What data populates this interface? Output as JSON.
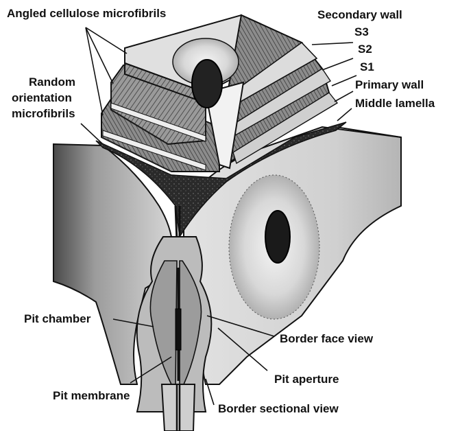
{
  "labels": {
    "angled_microfibrils": "Angled cellulose microfibrils",
    "secondary_wall": "Secondary wall",
    "s3": "S3",
    "s2": "S2",
    "s1": "S1",
    "primary_wall": "Primary wall",
    "middle_lamella": "Middle lamella",
    "random_line1": "Random",
    "random_line2": "orientation",
    "random_line3": "microfibrils",
    "pit_chamber": "Pit chamber",
    "border_face_view": "Border face view",
    "pit_aperture": "Pit aperture",
    "pit_membrane": "Pit membrane",
    "border_sectional_view": "Border sectional view"
  },
  "colors": {
    "ink": "#111111",
    "wall_light": "#e6e6e6",
    "wall_mid": "#bdbdbd",
    "wall_dark": "#6e6e6e",
    "lamella": "#1c1c1c",
    "background": "#ffffff"
  }
}
